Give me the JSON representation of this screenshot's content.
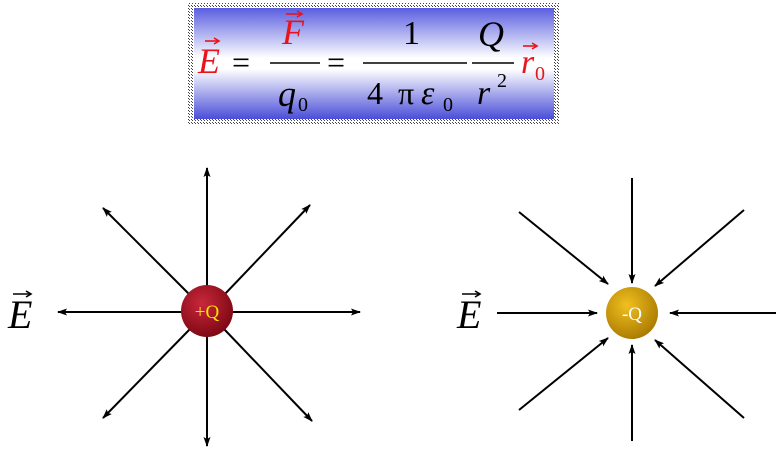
{
  "formula": {
    "lhs_symbol": "E",
    "equals": "=",
    "frac1_num": "F",
    "frac1_den": "q",
    "frac1_den_sub": "0",
    "frac2_num": "1",
    "frac2_den_coef": "4",
    "frac2_den_pi": "π",
    "frac2_den_eps": "ε",
    "frac2_den_eps_sub": "0",
    "frac3_num": "Q",
    "frac3_den": "r",
    "frac3_den_sup": "2",
    "unit_vec": "r",
    "unit_vec_sub": "0",
    "colors": {
      "highlight": "#e8141b",
      "text": "#000000"
    }
  },
  "positive_charge": {
    "label": "+Q",
    "field_label": "E",
    "field_direction": "outward",
    "colors": {
      "fill": "#a3101c",
      "label": "#ffe000"
    }
  },
  "negative_charge": {
    "label": "-Q",
    "field_label": "E",
    "field_direction": "inward",
    "colors": {
      "fill": "#d6a200",
      "label": "#ffffff"
    }
  }
}
